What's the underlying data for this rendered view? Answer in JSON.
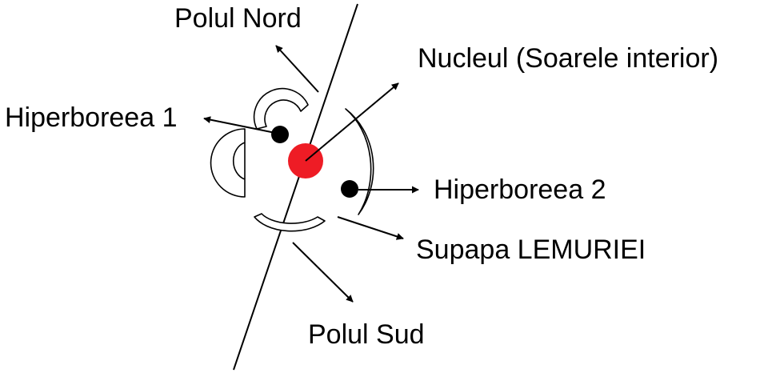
{
  "labels": {
    "north_pole": "Polul Nord",
    "core": "Nucleul (Soarele interior)",
    "hyperborea_1": "Hiperboreea 1",
    "hyperborea_2": "Hiperboreea 2",
    "lemuria_valve": "Supapa LEMURIEI",
    "south_pole": "Polul Sud"
  },
  "colors": {
    "core": "#ee1c25",
    "dot": "#000000",
    "line": "#000000",
    "background": "#ffffff"
  }
}
